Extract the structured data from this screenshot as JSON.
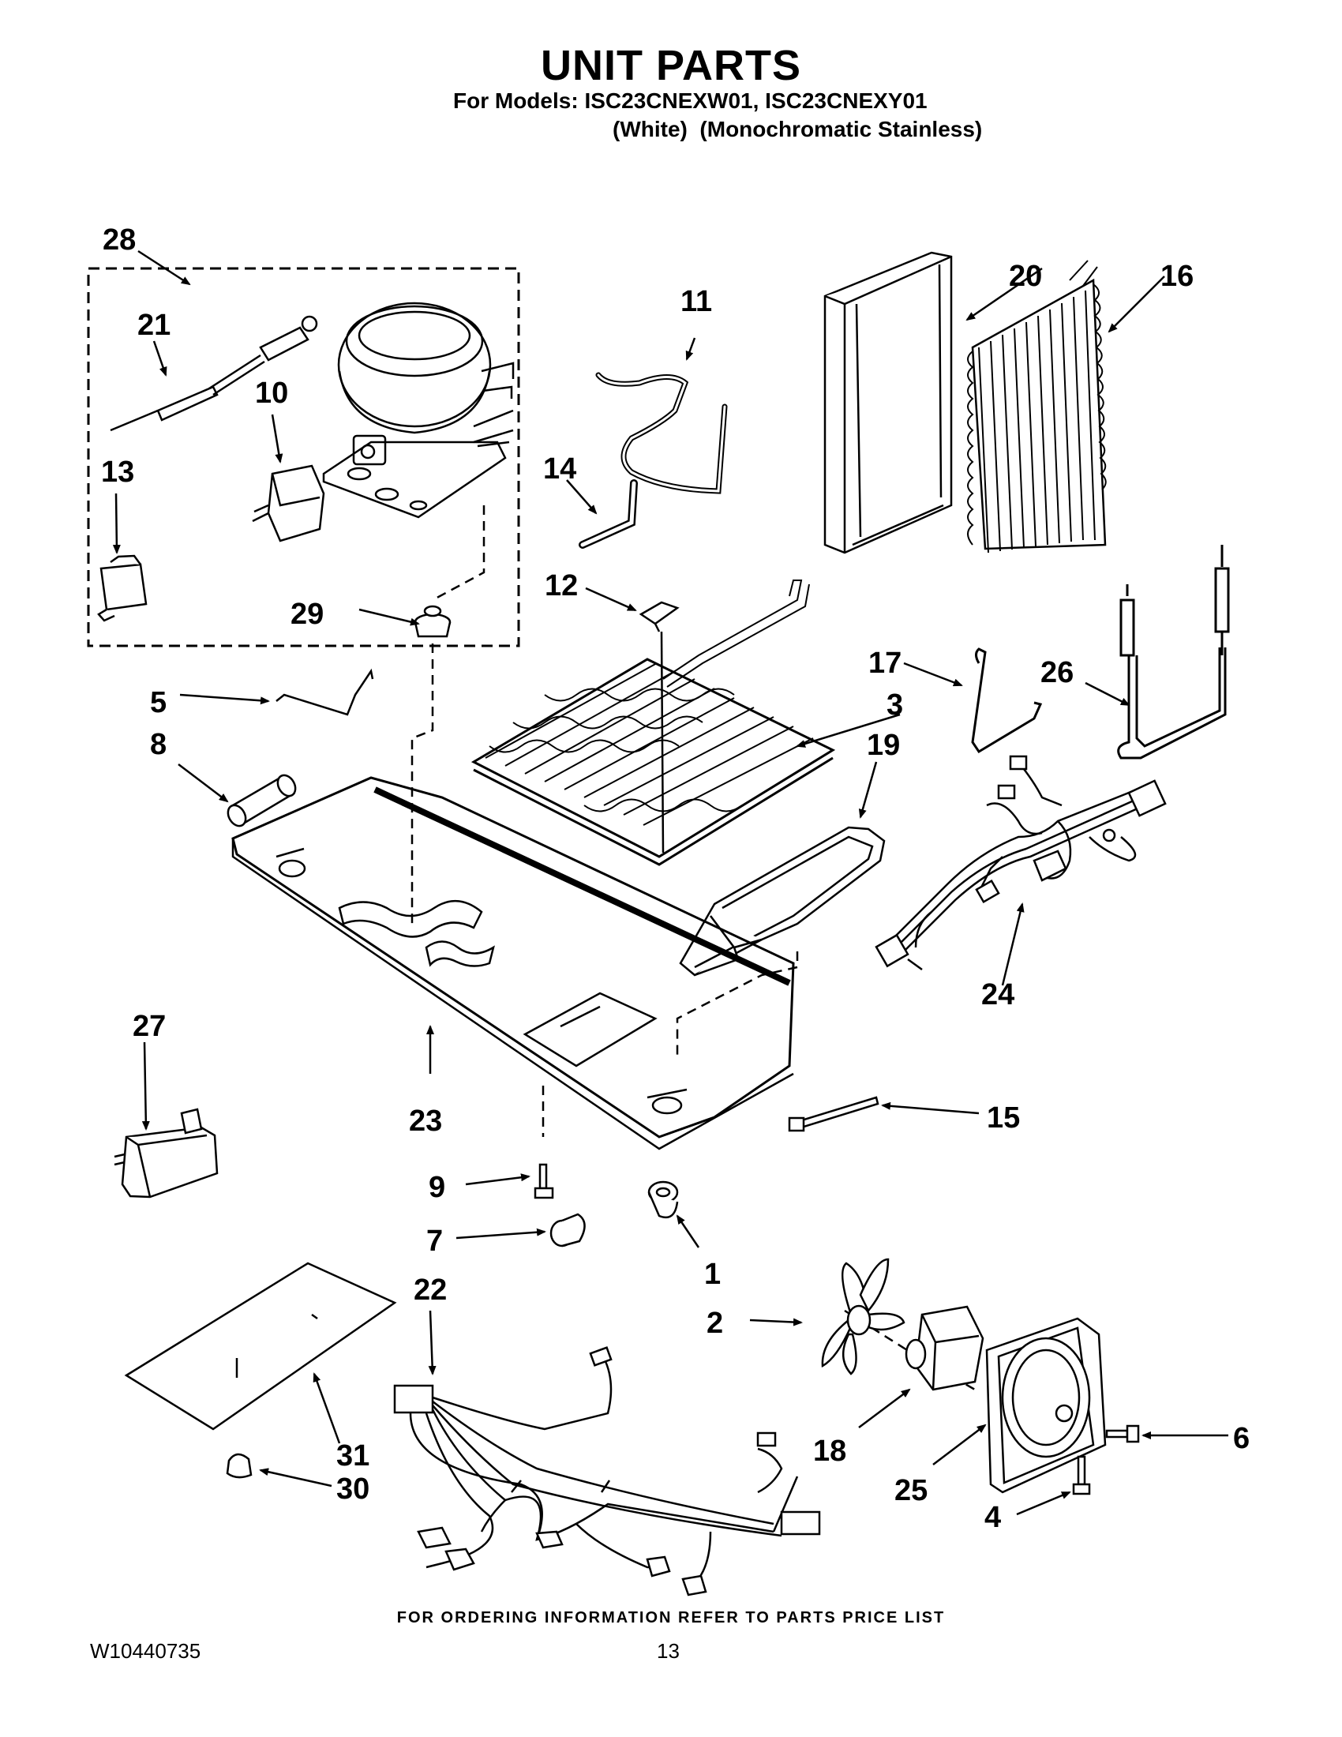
{
  "header": {
    "title": "UNIT PARTS",
    "models_line": "For Models: ISC23CNEXW01, ISC23CNEXY01",
    "variants_line": "(White)  (Monochromatic Stainless)"
  },
  "callouts": {
    "c1": "1",
    "c2": "2",
    "c3": "3",
    "c4": "4",
    "c5": "5",
    "c6": "6",
    "c7": "7",
    "c8": "8",
    "c9": "9",
    "c10": "10",
    "c11": "11",
    "c12": "12",
    "c13": "13",
    "c14": "14",
    "c15": "15",
    "c16": "16",
    "c17": "17",
    "c18": "18",
    "c19": "19",
    "c20": "20",
    "c21": "21",
    "c22": "22",
    "c23": "23",
    "c24": "24",
    "c25": "25",
    "c26": "26",
    "c27": "27",
    "c28": "28",
    "c29": "29",
    "c30": "30",
    "c31": "31"
  },
  "footer": {
    "ordering_note": "FOR ORDERING INFORMATION REFER TO PARTS PRICE LIST",
    "document_number": "W10440735",
    "page_number": "13"
  }
}
